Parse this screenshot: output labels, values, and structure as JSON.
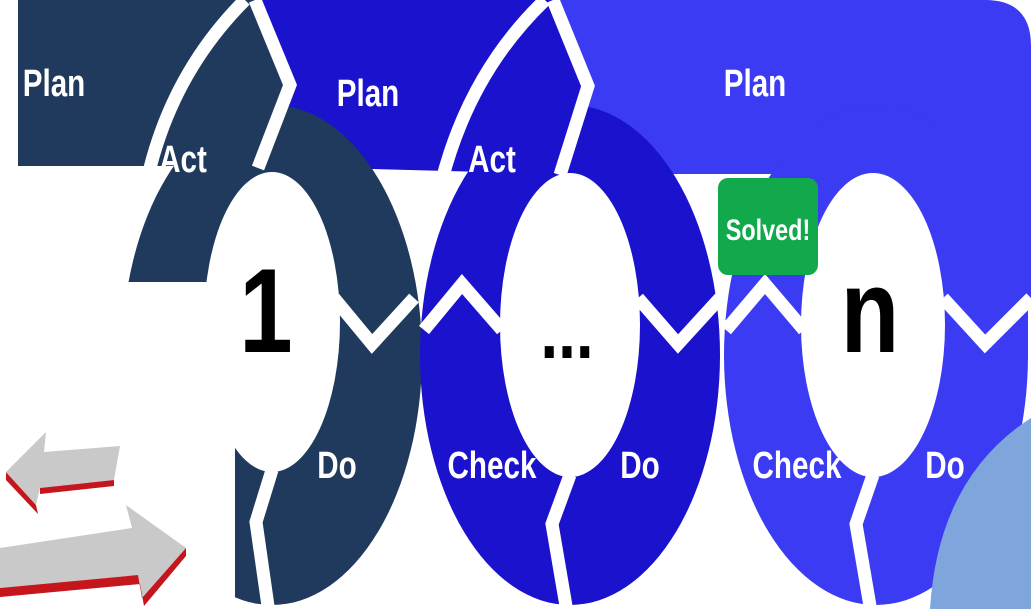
{
  "labels": {
    "plan_1": "Plan",
    "act_1": "Act",
    "do_1": "Do",
    "number_1": "1",
    "plan_2": "Plan",
    "act_2": "Act",
    "check_2": "Check",
    "do_2": "Do",
    "number_2": "...",
    "plan_3": "Plan",
    "check_3": "Check",
    "do_3": "Do",
    "number_3": "n",
    "solved": "Solved!"
  },
  "colors": {
    "cycle_1": "#1f3a5c",
    "cycle_2": "#1a12cc",
    "cycle_3": "#3b3bf4",
    "solved_badge": "#12a84c",
    "accent_blue": "#7fa5dd",
    "arrow_grey": "#c9c9c9",
    "arrow_red": "#c4161c"
  }
}
